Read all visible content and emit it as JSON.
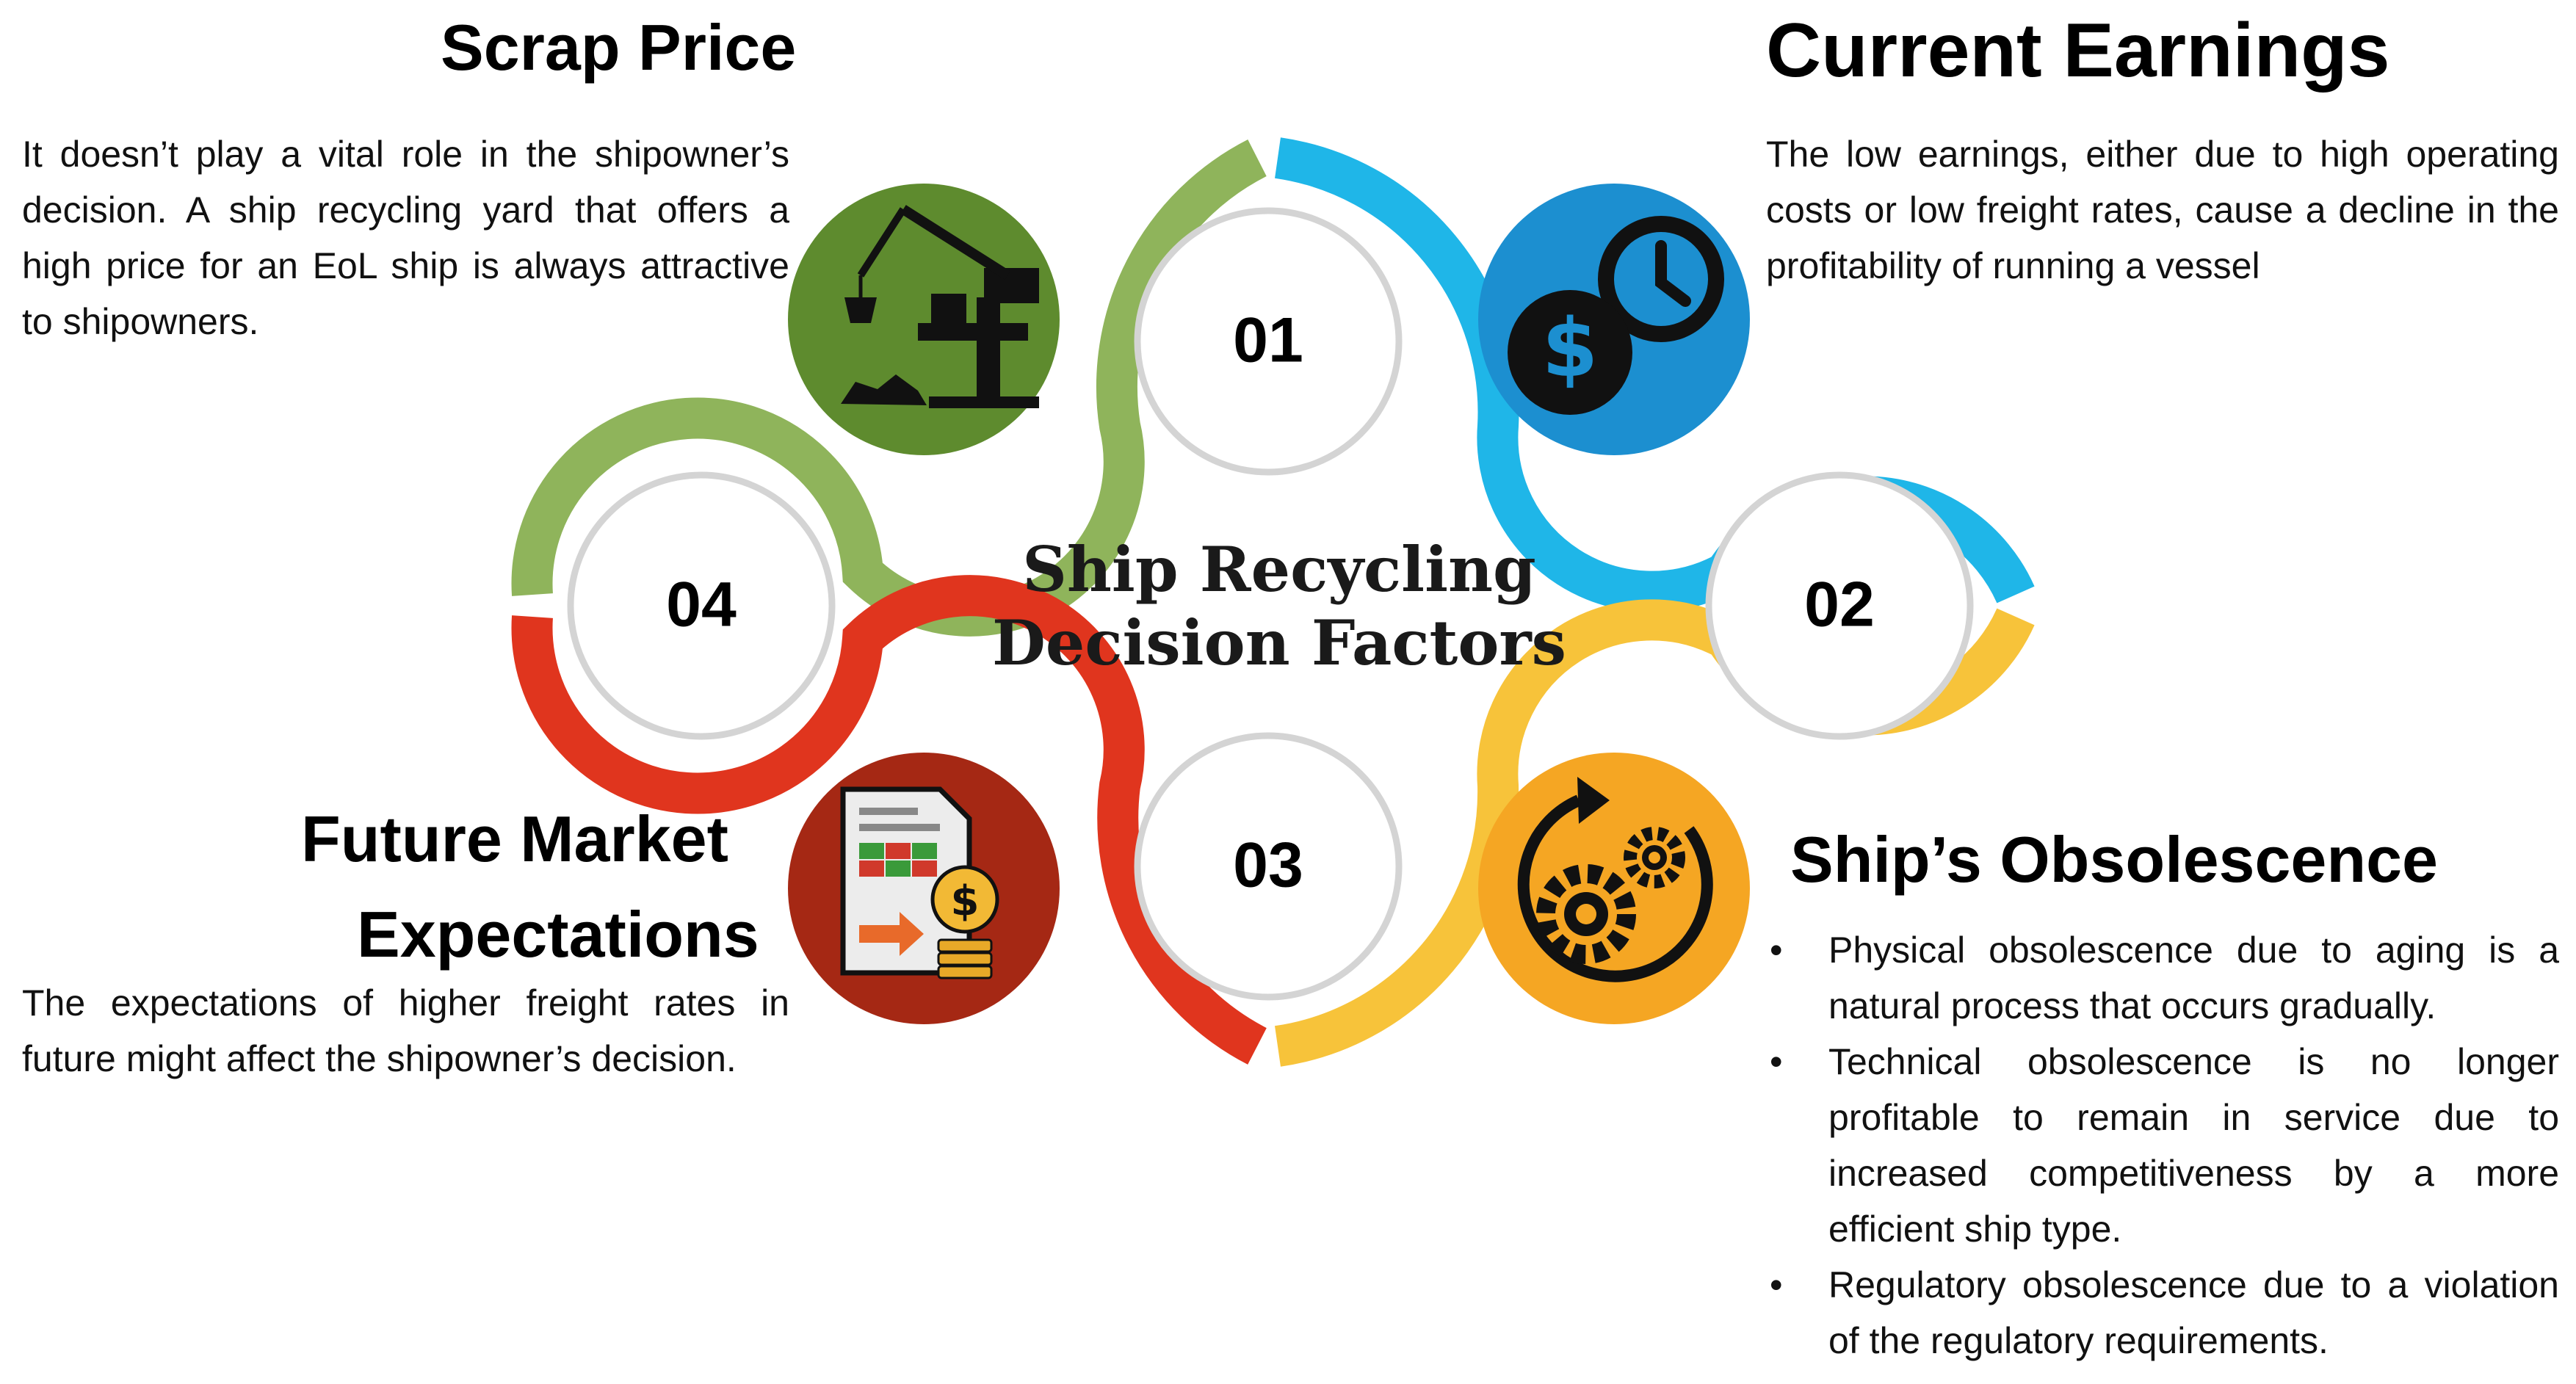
{
  "title": {
    "line1": "Ship Recycling",
    "line2": "Decision Factors"
  },
  "colors": {
    "green": "#8FB45B",
    "blue": "#1FB6E8",
    "yellow": "#F7C33A",
    "red": "#E0351E"
  },
  "factors": [
    {
      "number": "01",
      "heading": "Scrap Price",
      "text": "It doesn’t play a vital role in the shipowner’s decision. A ship recycling yard that offers a high price for an EoL ship is always attractive to shipowners.",
      "icon": "scrap-crane-icon"
    },
    {
      "number": "02",
      "heading": "Current Earnings",
      "text": "The low earnings, either due to high operating costs or low freight rates, cause a decline in the profitability of running a vessel",
      "icon": "dollar-clock-icon"
    },
    {
      "number": "03",
      "heading": "Ship’s Obsolescence",
      "bullets": [
        "Physical obsolescence due to aging is a natural process that occurs gradually.",
        "Technical obsolescence is no longer profitable to remain in service due to increased competitiveness by a more efficient ship type.",
        "Regulatory obsolescence due to a violation of the regulatory requirements."
      ],
      "icon": "gears-cycle-icon"
    },
    {
      "number": "04",
      "heading_line1": "Future Market",
      "heading_line2": "Expectations",
      "text": "The expectations of higher freight rates in future might affect the shipowner’s decision.",
      "icon": "market-report-icon"
    }
  ]
}
